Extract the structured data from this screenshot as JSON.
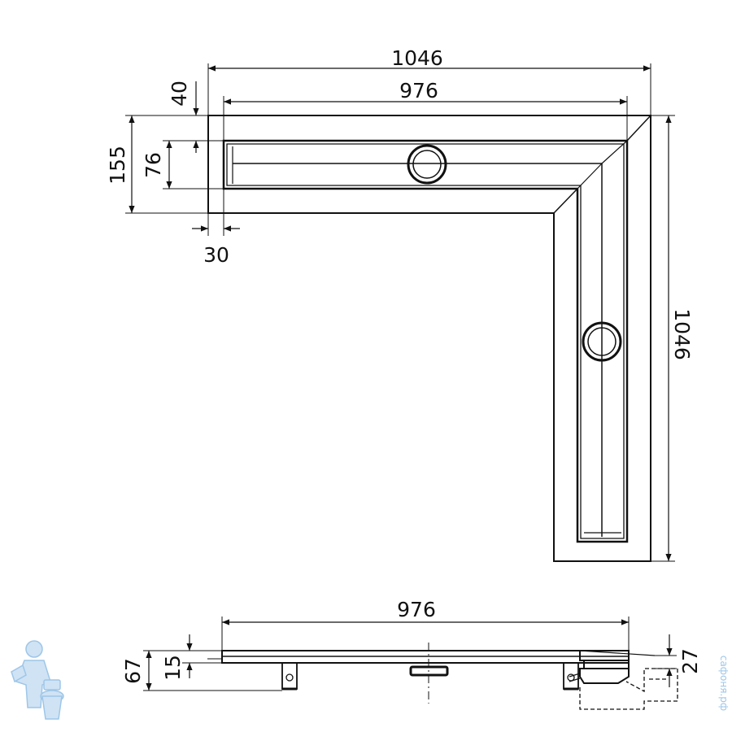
{
  "top_view": {
    "overall_width": "1046",
    "inner_width": "976",
    "flange_offset": "40",
    "overall_depth": "155",
    "channel_width": "76",
    "end_margin": "30",
    "overall_length": "1046"
  },
  "side_view": {
    "channel_length": "976",
    "total_height": "67",
    "channel_height": "15",
    "outlet_height": "27"
  },
  "watermark": {
    "text": "сафоня.рф",
    "colors": {
      "logo": "#9ec6e8"
    }
  }
}
